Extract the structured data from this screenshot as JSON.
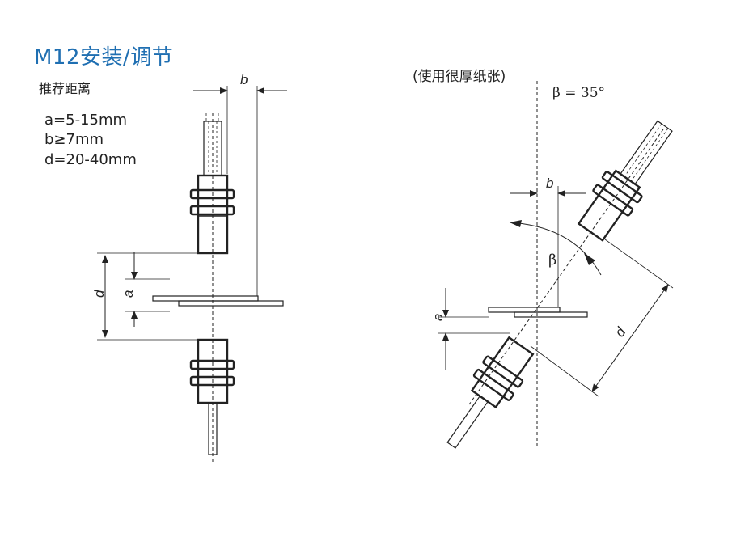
{
  "title": "M12安装/调节",
  "subtitle": "推荐距离",
  "specs": [
    "a=5-15mm",
    "b≥7mm",
    "d=20-40mm"
  ],
  "note": "(使用很厚纸张)",
  "labels": {
    "b": "b",
    "d": "d",
    "a": "a",
    "beta": "β",
    "beta_value": "β = 35°"
  }
}
